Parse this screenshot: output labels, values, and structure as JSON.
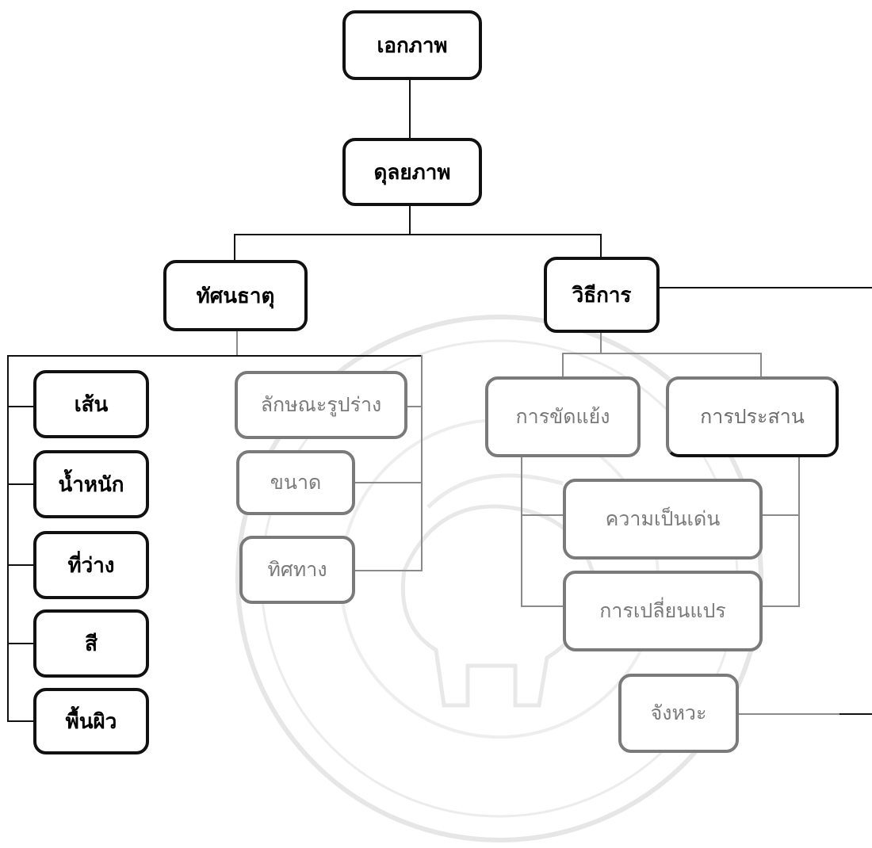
{
  "nodes": {
    "unity": "เอกภาพ",
    "balance": "ดุลยภาพ",
    "visual_elements": "ทัศนธาตุ",
    "methods": "วิธีการ",
    "line": "เส้น",
    "weight": "น้ำหนัก",
    "space": "ที่ว่าง",
    "color": "สี",
    "texture": "พื้นผิว",
    "shape_form": "ลักษณะรูปร่าง",
    "size": "ขนาด",
    "direction": "ทิศทาง",
    "contrast": "การขัดแย้ง",
    "harmony": "การประสาน",
    "dominance": "ความเป็นเด่น",
    "variation": "การเปลี่ยนแปร",
    "rhythm": "จังหวะ"
  },
  "colors": {
    "dark_border": "#111111",
    "light_border": "#7a7a7a",
    "watermark": "#e6e6e6"
  }
}
